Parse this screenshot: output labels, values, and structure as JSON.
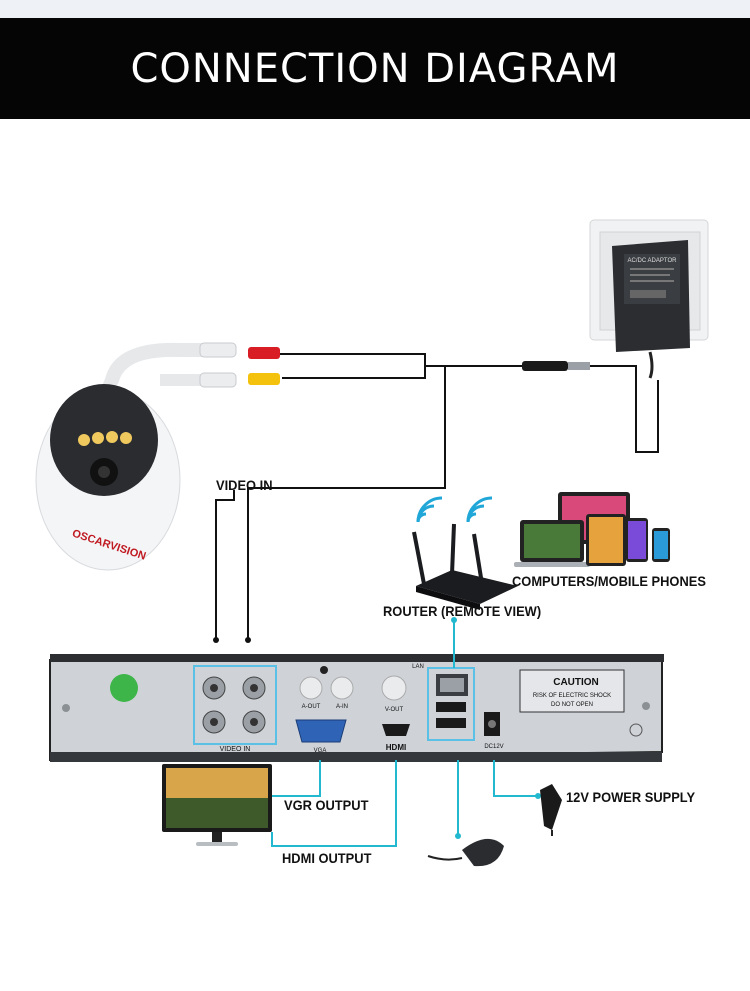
{
  "title": "CONNECTION DIAGRAM",
  "labels": {
    "video_in": "VIDEO IN",
    "router": "ROUTER (REMOTE VIEW)",
    "computers": "COMPUTERS/MOBILE PHONES",
    "vgr_output": "VGR OUTPUT",
    "hdmi_output": "HDMI OUTPUT",
    "power_supply": "12V POWER SUPPLY"
  },
  "camera": {
    "brand": "OSCARVISION"
  },
  "adapter": {
    "label": "AC/DC ADAPTOR"
  },
  "dvr_ports": {
    "video_in": "VIDEO IN",
    "a_out": "A-OUT",
    "a_in": "A-IN",
    "v_out": "V-OUT",
    "vga": "VGA",
    "hdmi": "HDMI",
    "lan": "LAN",
    "dc": "DC12V",
    "caution_title": "CAUTION",
    "caution_line1": "RISK OF ELECTRIC SHOCK",
    "caution_line2": "DO NOT OPEN"
  },
  "colors": {
    "banner": "#050505",
    "cyan_line": "#22b8cf",
    "dvr_body": "#cfd3d8",
    "port_box": "#5bc0e6"
  }
}
